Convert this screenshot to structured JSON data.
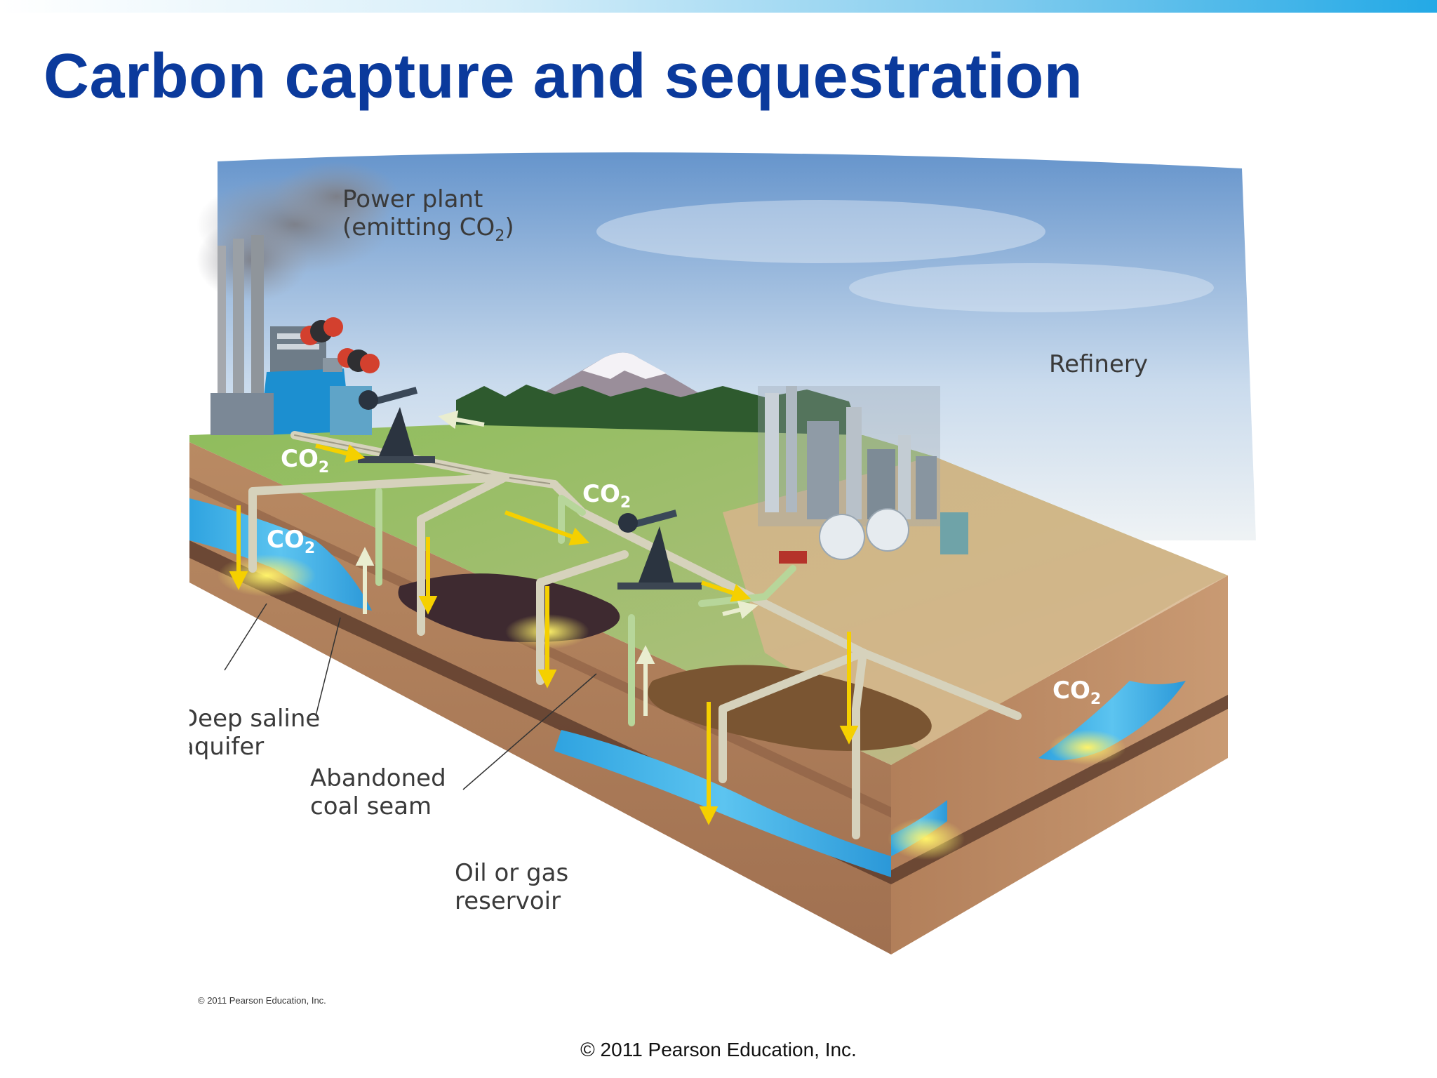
{
  "slide": {
    "title": "Carbon capture and sequestration",
    "footer_credit": "© 2011 Pearson Education, Inc."
  },
  "figure": {
    "credit": "© 2011 Pearson Education, Inc.",
    "labels": {
      "power_plant": "Power plant",
      "power_plant_emitting": "(emitting CO",
      "power_plant_sub": "2",
      "power_plant_close": ")",
      "refinery": "Refinery",
      "aquifer_line1": "Deep saline",
      "aquifer_line2": "aquifer",
      "coal_line1": "Abandoned",
      "coal_line2": "coal seam",
      "oil_line1": "Oil or gas",
      "oil_line2": "reservoir"
    },
    "co2_labels": [
      {
        "main": "CO",
        "sub": "2"
      },
      {
        "main": "CO",
        "sub": "2"
      },
      {
        "main": "CO",
        "sub": "2"
      },
      {
        "main": "CO",
        "sub": "2"
      }
    ]
  },
  "colors": {
    "title": "#0b3a9c",
    "co2_arrow": "#f5d000",
    "extraction_arrow": "#e8eccc",
    "water": "#3fb0e8",
    "soil": "#c49670",
    "grass": "#8cb85a",
    "pipe": "#d6d2bc"
  },
  "icons": [
    "smokestack-icon",
    "co2-molecule-icon",
    "oil-pump-icon",
    "refinery-icon",
    "mountain-icon"
  ]
}
